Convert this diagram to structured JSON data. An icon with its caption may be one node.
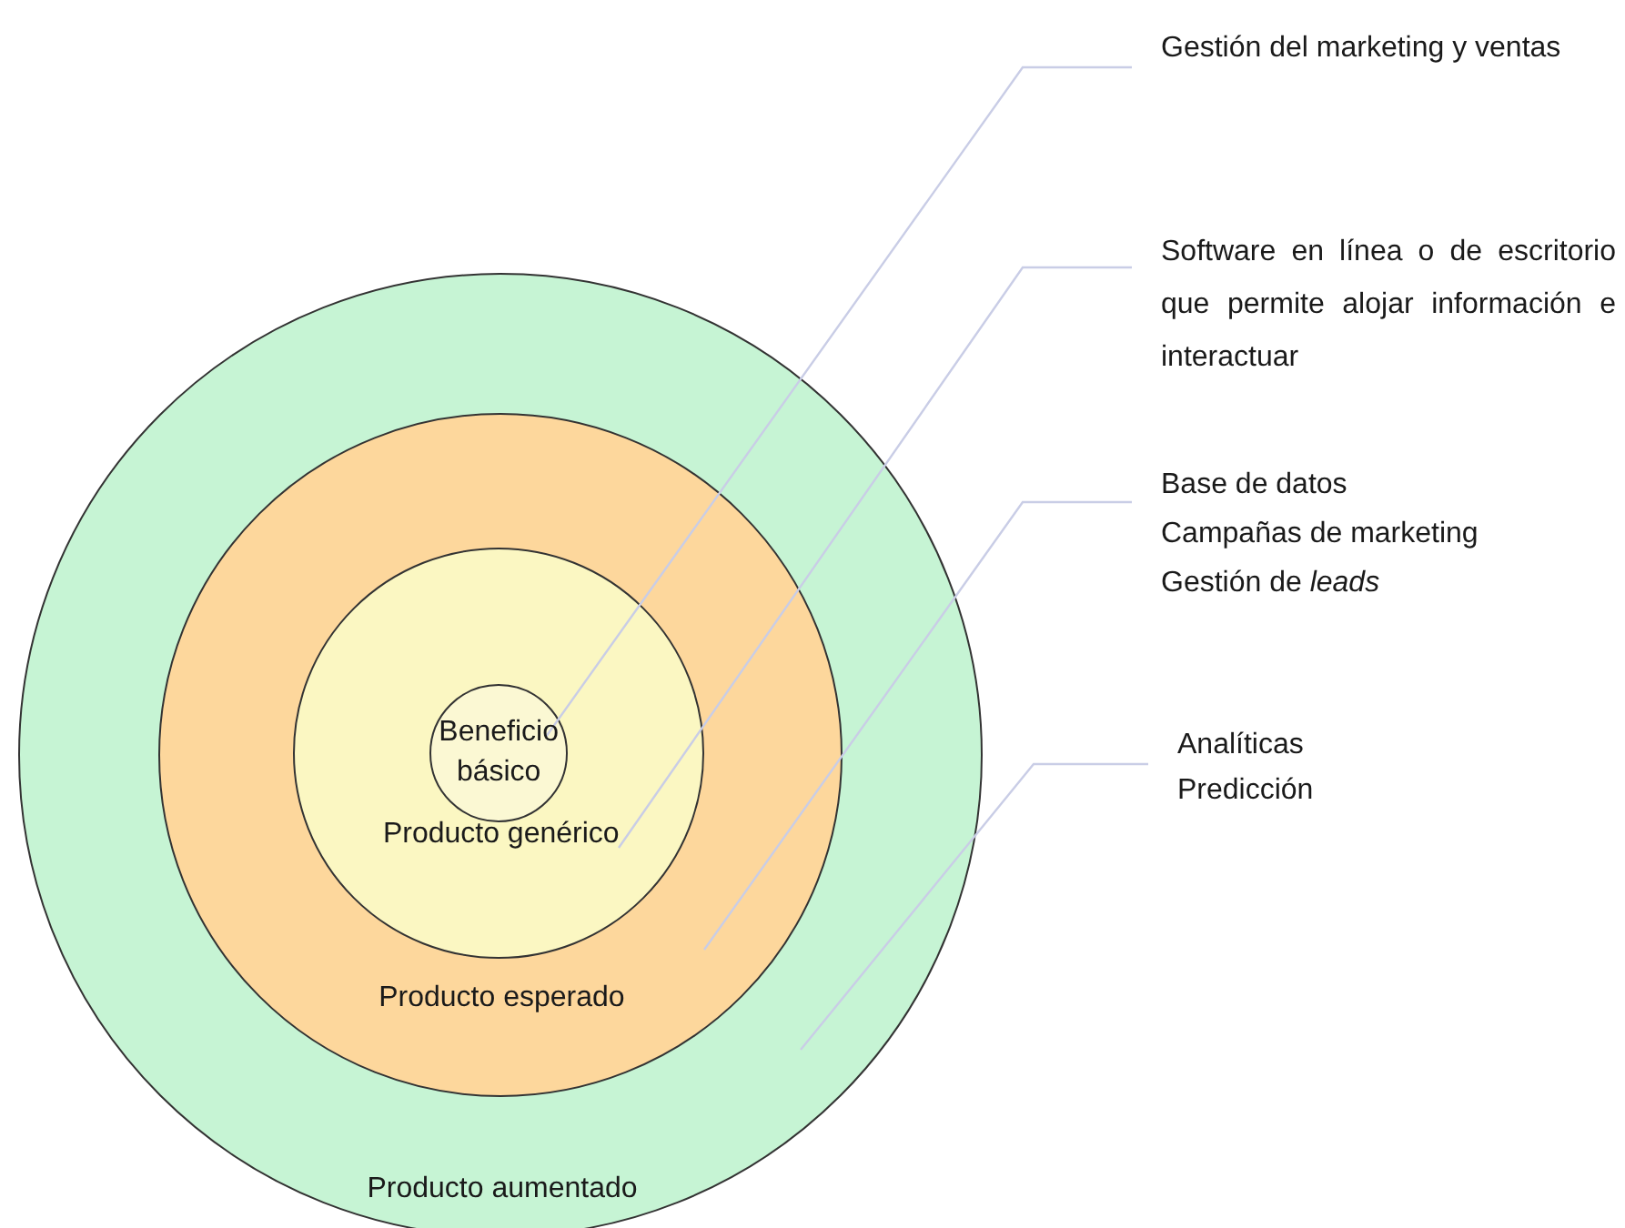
{
  "diagram": {
    "nodes": [
      {
        "text": [
          "Producto aumentado"
        ]
      },
      {
        "text": [
          "Producto esperado"
        ],
        "in": 0
      },
      {
        "text": [
          "Producto genérico"
        ],
        "in": 1
      },
      {
        "text": [
          "Beneficio básico"
        ],
        "in": 2
      },
      {
        "text": [
          "Gestión del marketing y ventas"
        ]
      },
      {
        "text": [
          "Software en línea o de escritorio que permite alojar información e interactuar"
        ]
      },
      {
        "text": [
          "Base de datos",
          "Campañas de marketing",
          "Gestión de *leads*"
        ]
      },
      {
        "text": [
          "Analíticas",
          "Predicción"
        ]
      }
    ],
    "edges": [
      {
        "from": 4,
        "to": 3,
        "arrow": "none"
      },
      {
        "from": 5,
        "to": 2,
        "arrow": "none"
      },
      {
        "from": 6,
        "to": 1,
        "arrow": "none"
      },
      {
        "from": 7,
        "to": 0,
        "arrow": "none"
      }
    ]
  }
}
